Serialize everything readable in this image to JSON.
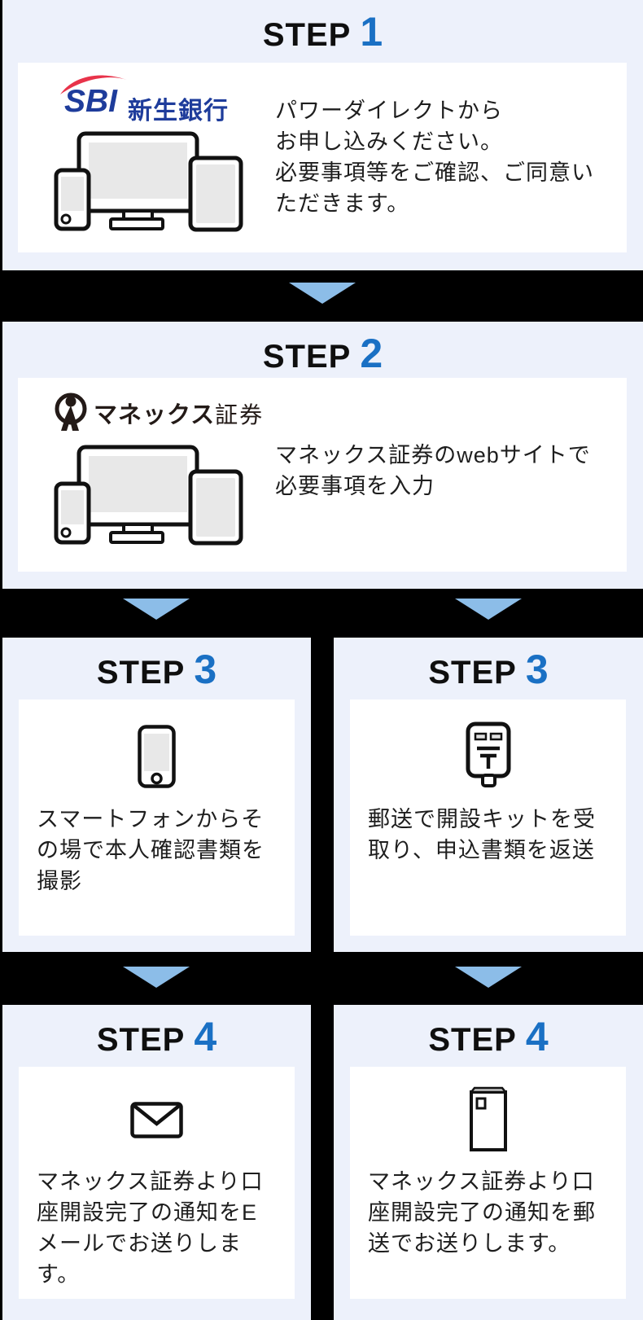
{
  "page": {
    "background": "#000000",
    "panel_bg": "#edf1fb",
    "card_bg": "#ffffff",
    "arrow_color": "#8cbde8",
    "step_number_color": "#1a70c4",
    "heading_color": "#0f0f0f",
    "body_text_color": "#1e1e1e"
  },
  "brands": {
    "sbi": {
      "latin": "SBI",
      "japanese": "新生銀行",
      "blue": "#1e3c9b",
      "red": "#e8334a"
    },
    "monex": {
      "bold": "マネックス",
      "regular": "証券",
      "color": "#231a17"
    }
  },
  "steps": {
    "step1": {
      "label": "STEP",
      "number": "1",
      "body": "パワーダイレクトから\nお申し込みください。\n必要事項等をご確認、ご同意い\nただきます。",
      "icons": [
        "sbi-shinsei-logo",
        "devices-illustration"
      ]
    },
    "step2": {
      "label": "STEP",
      "number": "2",
      "body": "マネックス証券のwebサイトで\n必要事項を入力",
      "icons": [
        "monex-logo",
        "devices-illustration"
      ]
    },
    "step3_left": {
      "label": "STEP",
      "number": "3",
      "body": "スマートフォンからそ\nの場で本人確認書類を\n撮影",
      "icon": "smartphone-icon"
    },
    "step3_right": {
      "label": "STEP",
      "number": "3",
      "body": "郵送で開設キットを受\n取り、申込書類を返送",
      "icon": "postbox-icon"
    },
    "step4_left": {
      "label": "STEP",
      "number": "4",
      "body": "マネックス証券より口\n座開設完了の通知をE\nメールでお送りしま\nす。",
      "icon": "envelope-icon"
    },
    "step4_right": {
      "label": "STEP",
      "number": "4",
      "body": "マネックス証券より口\n座開設完了の通知を郵\n送でお送りします。",
      "icon": "postal-envelope-icon"
    }
  }
}
